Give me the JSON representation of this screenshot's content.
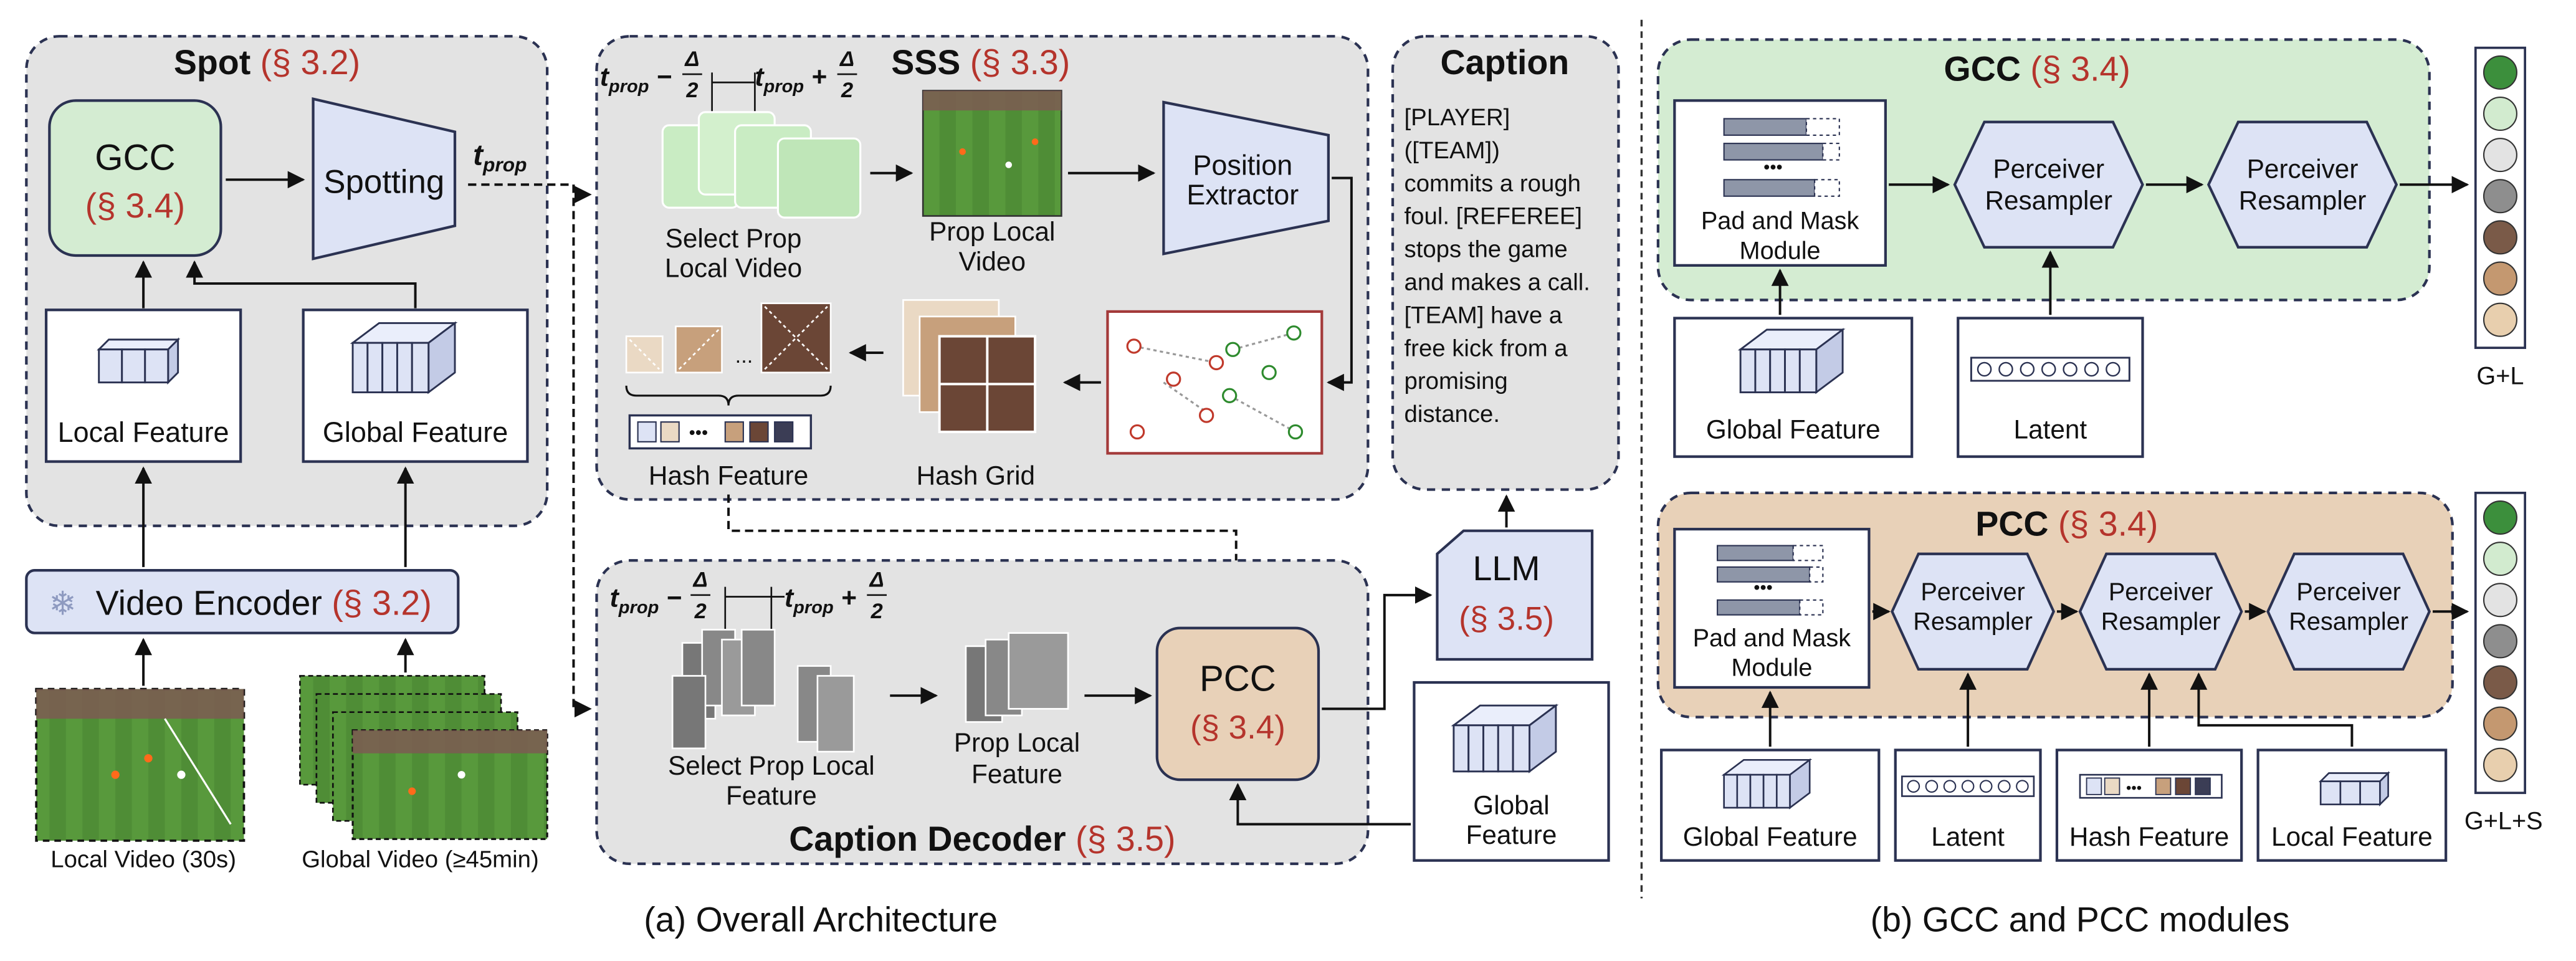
{
  "spot": {
    "title": "Spot",
    "ref": "(§ 3.2)",
    "gcc_label": "GCC",
    "gcc_ref": "(§ 3.4)",
    "spotting": "Spotting",
    "t_prop": "t",
    "t_prop_sub": "prop",
    "local_feature": "Local Feature",
    "global_feature": "Global Feature"
  },
  "encoder": {
    "label": "Video Encoder",
    "ref": "(§ 3.2)",
    "local_video": "Local Video (30s)",
    "global_video": "Global Video (≥45min)"
  },
  "sss": {
    "title": "SSS",
    "ref": "(§ 3.3)",
    "window_left": "t",
    "window_right": "t",
    "delta_num": "Δ",
    "delta_den": "2",
    "select_prop_local_video_1": "Select Prop",
    "select_prop_local_video_2": "Local Video",
    "prop_local_video_1": "Prop Local",
    "prop_local_video_2": "Video",
    "position_extractor_1": "Position",
    "position_extractor_2": "Extractor",
    "hash_feature": "Hash Feature",
    "hash_grid": "Hash Grid",
    "ellipsis": "..."
  },
  "caption_box": {
    "title": "Caption",
    "lines": [
      "[PLAYER]",
      "([TEAM])",
      "commits a rough",
      "foul. [REFEREE]",
      "stops the game",
      "and makes a call.",
      "[TEAM] have a",
      "free kick from a",
      "promising",
      "distance."
    ]
  },
  "llm": {
    "label": "LLM",
    "ref": "(§ 3.5)"
  },
  "decoder": {
    "title": "Caption Decoder",
    "ref": "(§ 3.5)",
    "select_prop_local_feature_1": "Select Prop Local",
    "select_prop_local_feature_2": "Feature",
    "prop_local_feature_1": "Prop Local",
    "prop_local_feature_2": "Feature",
    "pcc_label": "PCC",
    "pcc_ref": "(§ 3.4)",
    "global_feature_1": "Global",
    "global_feature_2": "Feature"
  },
  "gcc_panel": {
    "title": "GCC",
    "ref": "(§ 3.4)",
    "pad_mask_1": "Pad and Mask",
    "pad_mask_2": "Module",
    "resampler_1": "Perceiver",
    "resampler_2": "Resampler",
    "global_feature": "Global Feature",
    "latent": "Latent",
    "output_label": "G+L"
  },
  "pcc_panel": {
    "title": "PCC",
    "ref": "(§ 3.4)",
    "pad_mask_1": "Pad and Mask",
    "pad_mask_2": "Module",
    "resampler_1": "Perceiver",
    "resampler_2": "Resampler",
    "global_feature": "Global Feature",
    "latent": "Latent",
    "hash_feature": "Hash Feature",
    "local_feature": "Local Feature",
    "output_label": "G+L+S"
  },
  "captions": {
    "a": "(a) Overall Architecture",
    "b": "(b) GCC and PCC modules"
  },
  "colors": {
    "ref_red": "#b5342c",
    "panel_gray": "#e3e3e3",
    "module_blue": "#dde3f5",
    "gcc_green": "#d4ecd2",
    "pcc_tan": "#e8d1b8",
    "border_navy": "#2b3252"
  },
  "vector_palette": {
    "gcc": [
      "#3c8f3c",
      "#d2ebcf",
      "#e3e3e3",
      "#8e8e8e",
      "#7a5a48",
      "#c49870",
      "#e8cfae"
    ],
    "pcc": [
      "#3c8f3c",
      "#d2ebcf",
      "#e3e3e3",
      "#8e8e8e",
      "#7a5a48",
      "#c49870",
      "#e8cfae"
    ]
  }
}
